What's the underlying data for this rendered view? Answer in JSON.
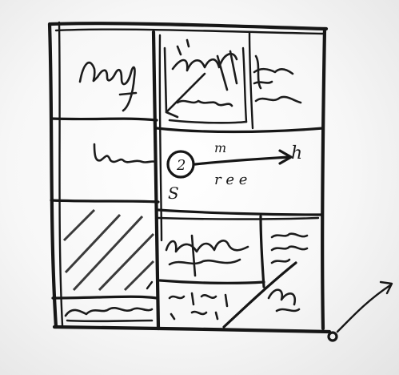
{
  "sketch": {
    "circle_label": "2",
    "s_label": "S",
    "m_label": "m",
    "h_label": "h",
    "middle_row_letters": "r  e  e"
  }
}
